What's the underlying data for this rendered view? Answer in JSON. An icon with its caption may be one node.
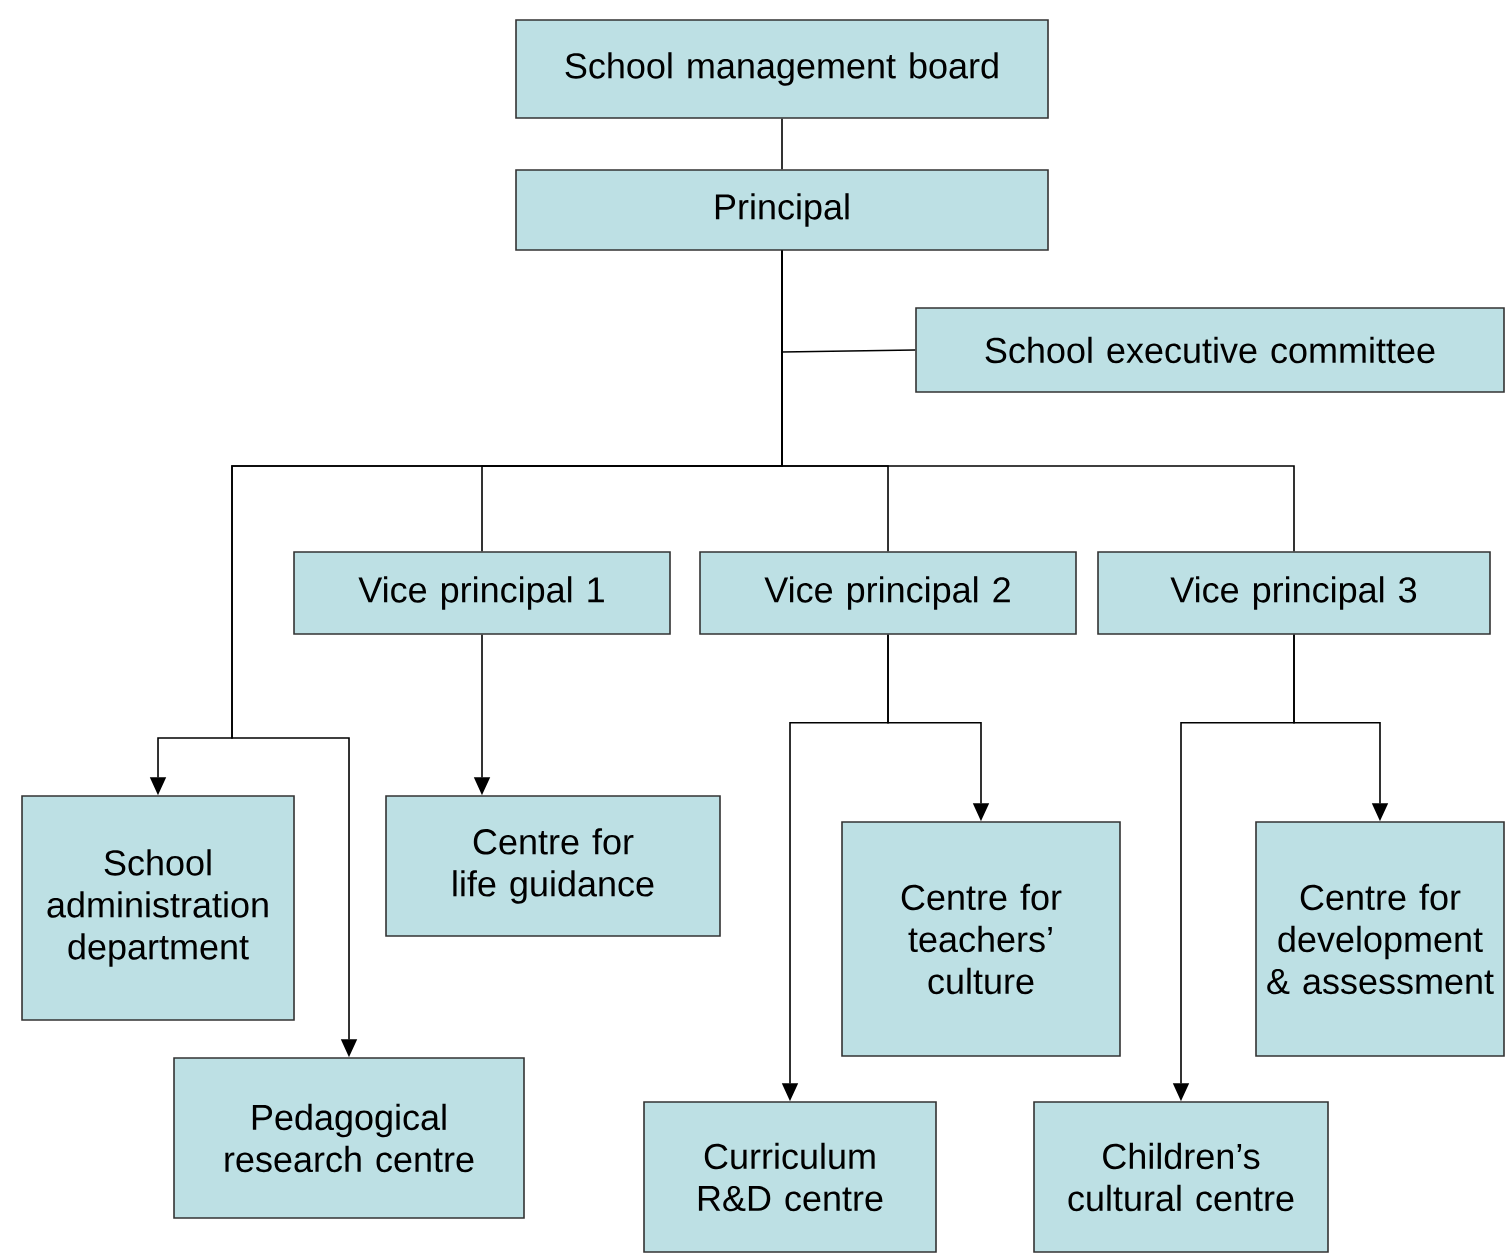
{
  "diagram": {
    "nodes": [
      {
        "text": [
          "School management board"
        ]
      },
      {
        "text": [
          "Principal"
        ]
      },
      {
        "text": [
          "School executive committee"
        ]
      },
      {
        "text": [
          "Vice principal 1"
        ]
      },
      {
        "text": [
          "Vice principal 2"
        ]
      },
      {
        "text": [
          "Vice principal 3"
        ]
      },
      {
        "text": [
          "School administration department"
        ]
      },
      {
        "text": [
          "Pedagogical research centre"
        ]
      },
      {
        "text": [
          "Centre for life guidance"
        ]
      },
      {
        "text": [
          "Centre for teachers’ culture"
        ]
      },
      {
        "text": [
          "Curriculum R&D centre"
        ]
      },
      {
        "text": [
          "Centre for development & assessment"
        ]
      },
      {
        "text": [
          "Children’s cultural centre"
        ]
      }
    ],
    "edges": [
      {
        "from": 0,
        "to": 1,
        "arrow": "none"
      },
      {
        "from": 1,
        "to": 2,
        "arrow": "none"
      },
      {
        "from": 1,
        "to": 3,
        "arrow": "none"
      },
      {
        "from": 1,
        "to": 4,
        "arrow": "none"
      },
      {
        "from": 1,
        "to": 5,
        "arrow": "none"
      },
      {
        "from": 1,
        "to": 6,
        "arrow": "to"
      },
      {
        "from": 1,
        "to": 7,
        "arrow": "to"
      },
      {
        "from": 3,
        "to": 8,
        "arrow": "to"
      },
      {
        "from": 4,
        "to": 9,
        "arrow": "to"
      },
      {
        "from": 4,
        "to": 10,
        "arrow": "to"
      },
      {
        "from": 5,
        "to": 11,
        "arrow": "to"
      },
      {
        "from": 5,
        "to": 12,
        "arrow": "to"
      }
    ]
  }
}
